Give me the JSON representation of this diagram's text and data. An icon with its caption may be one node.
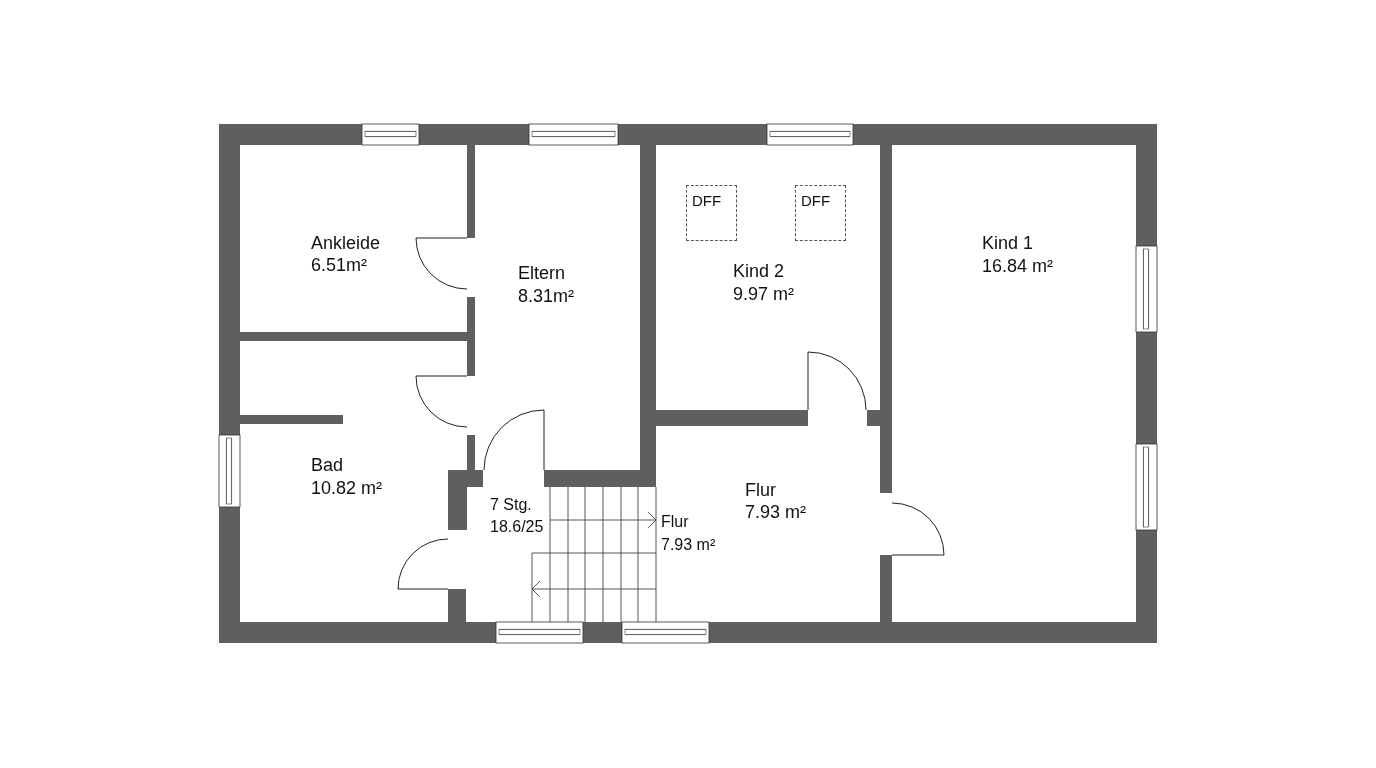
{
  "diagram": {
    "nodes": [
      {
        "text": [
          "DFF"
        ]
      },
      {
        "text": [
          "DFF"
        ]
      }
    ],
    "labels": [
      "Ankleide",
      "6.51m²",
      "Eltern",
      "8.31m²",
      "Kind 2",
      "9.97 m²",
      "Kind 1",
      "16.84 m²",
      "Bad",
      "10.82 m²",
      "Flur",
      "7.93 m²",
      "7 Stg.",
      "18.6/25",
      "Flur",
      "7.93 m²"
    ]
  }
}
